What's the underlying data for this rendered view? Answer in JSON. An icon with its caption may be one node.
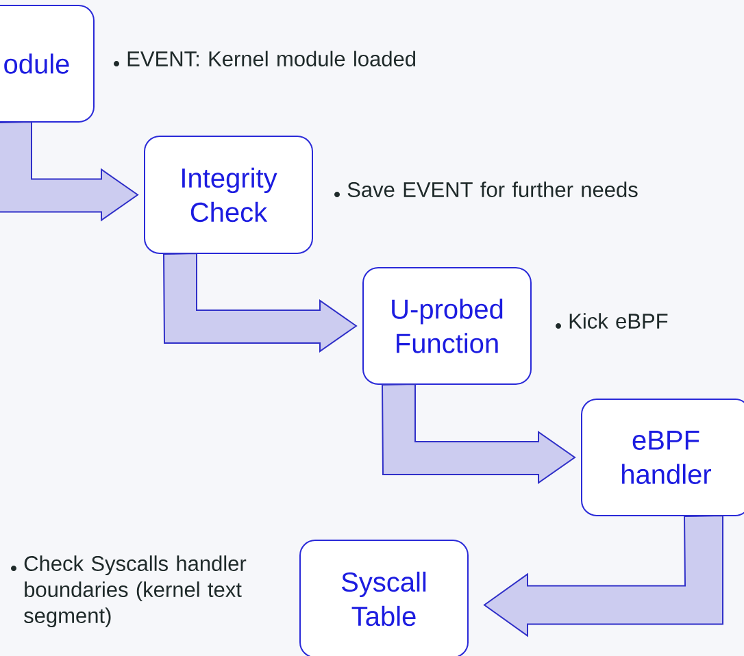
{
  "diagram": {
    "nodes": [
      {
        "text": [
          "odule"
        ],
        "beside": [
          "EVENT: Kernel module loaded"
        ]
      },
      {
        "text": [
          "Integrity Check"
        ],
        "beside": [
          "Save EVENT for further needs"
        ]
      },
      {
        "text": [
          "U-probed Function"
        ],
        "beside": [
          "Kick eBPF"
        ]
      },
      {
        "text": [
          "eBPF handler"
        ]
      },
      {
        "text": [
          "Syscall Table"
        ],
        "beside": [
          "Check Syscalls handler boundaries (kernel text segment)"
        ]
      }
    ],
    "edges": [
      {
        "from": 0,
        "to": 1,
        "arrow": "to"
      },
      {
        "from": 1,
        "to": 2,
        "arrow": "to"
      },
      {
        "from": 2,
        "to": 3,
        "arrow": "to"
      },
      {
        "from": 3,
        "to": 4,
        "arrow": "to"
      }
    ]
  }
}
